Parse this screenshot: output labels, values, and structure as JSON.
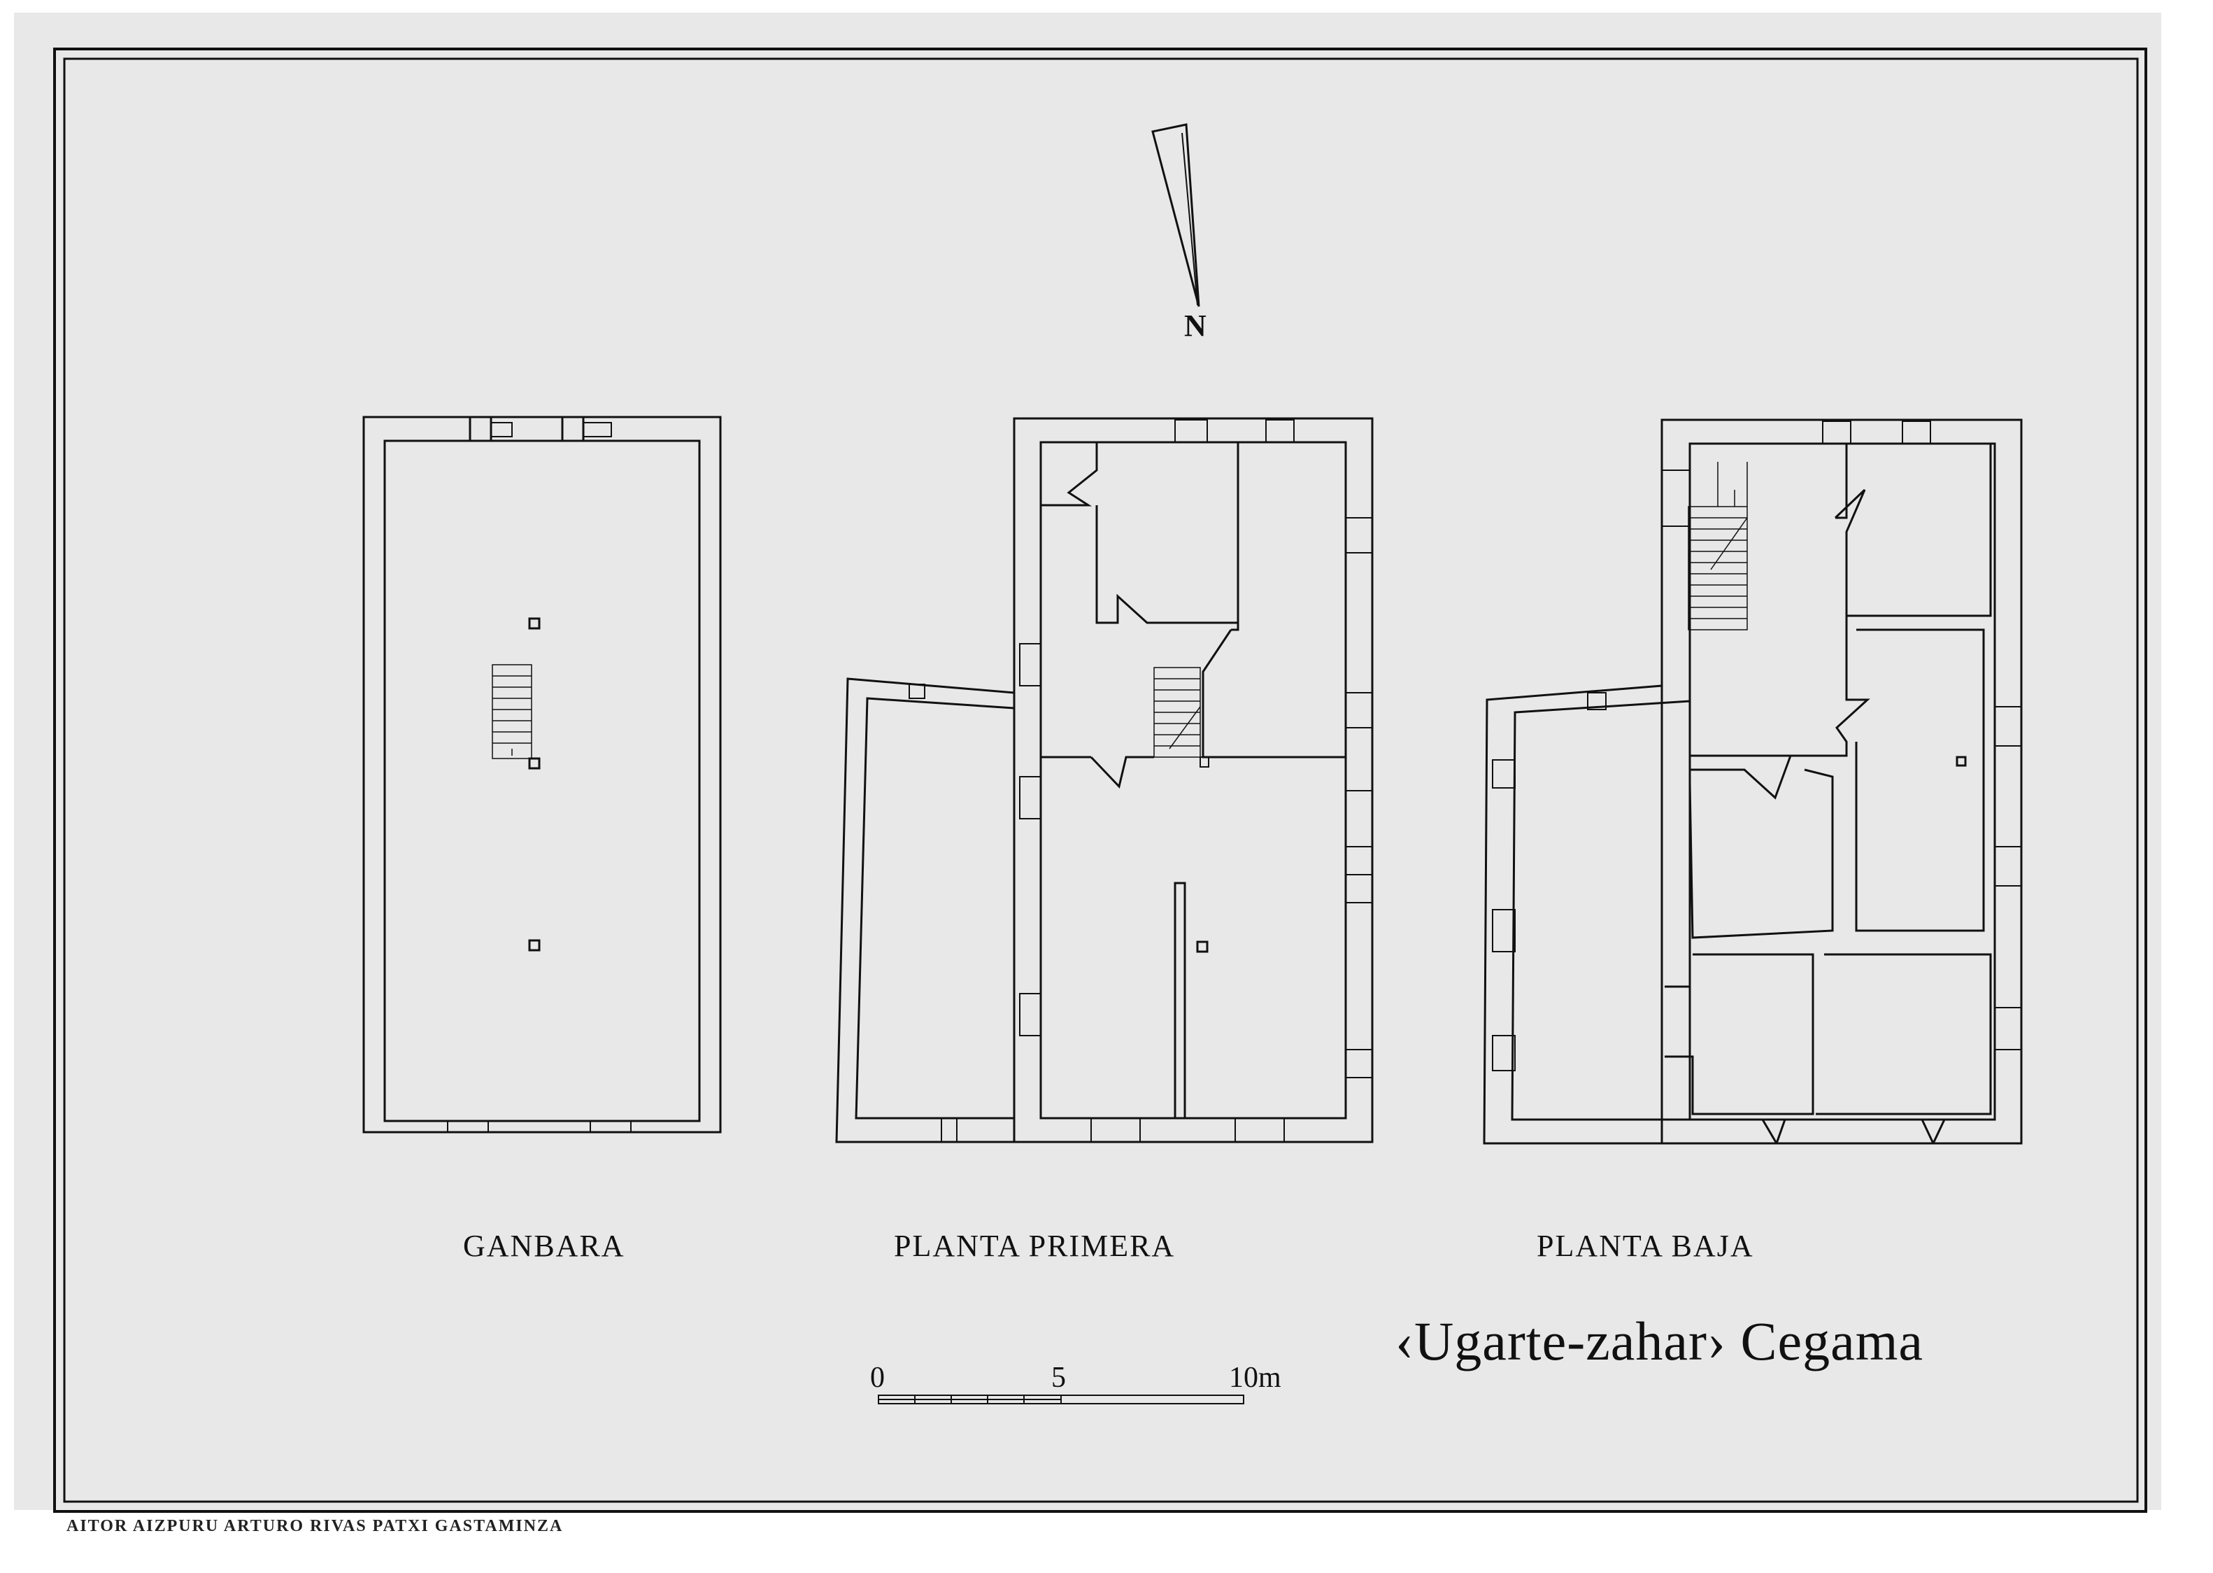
{
  "plans": {
    "ganbara": "GANBARA",
    "primera": "PLANTA  PRIMERA",
    "baja": "PLANTA  BAJA"
  },
  "project_title": "‹Ugarte-zahar› Cegama",
  "credits": "AITOR AIZPURU  ARTURO RIVAS  PATXI GASTAMINZA",
  "scale": {
    "start": "0",
    "mid": "5",
    "end": "10m"
  },
  "north": "N",
  "colors": {
    "paper": "#e8e8e8",
    "ink": "#111111"
  }
}
